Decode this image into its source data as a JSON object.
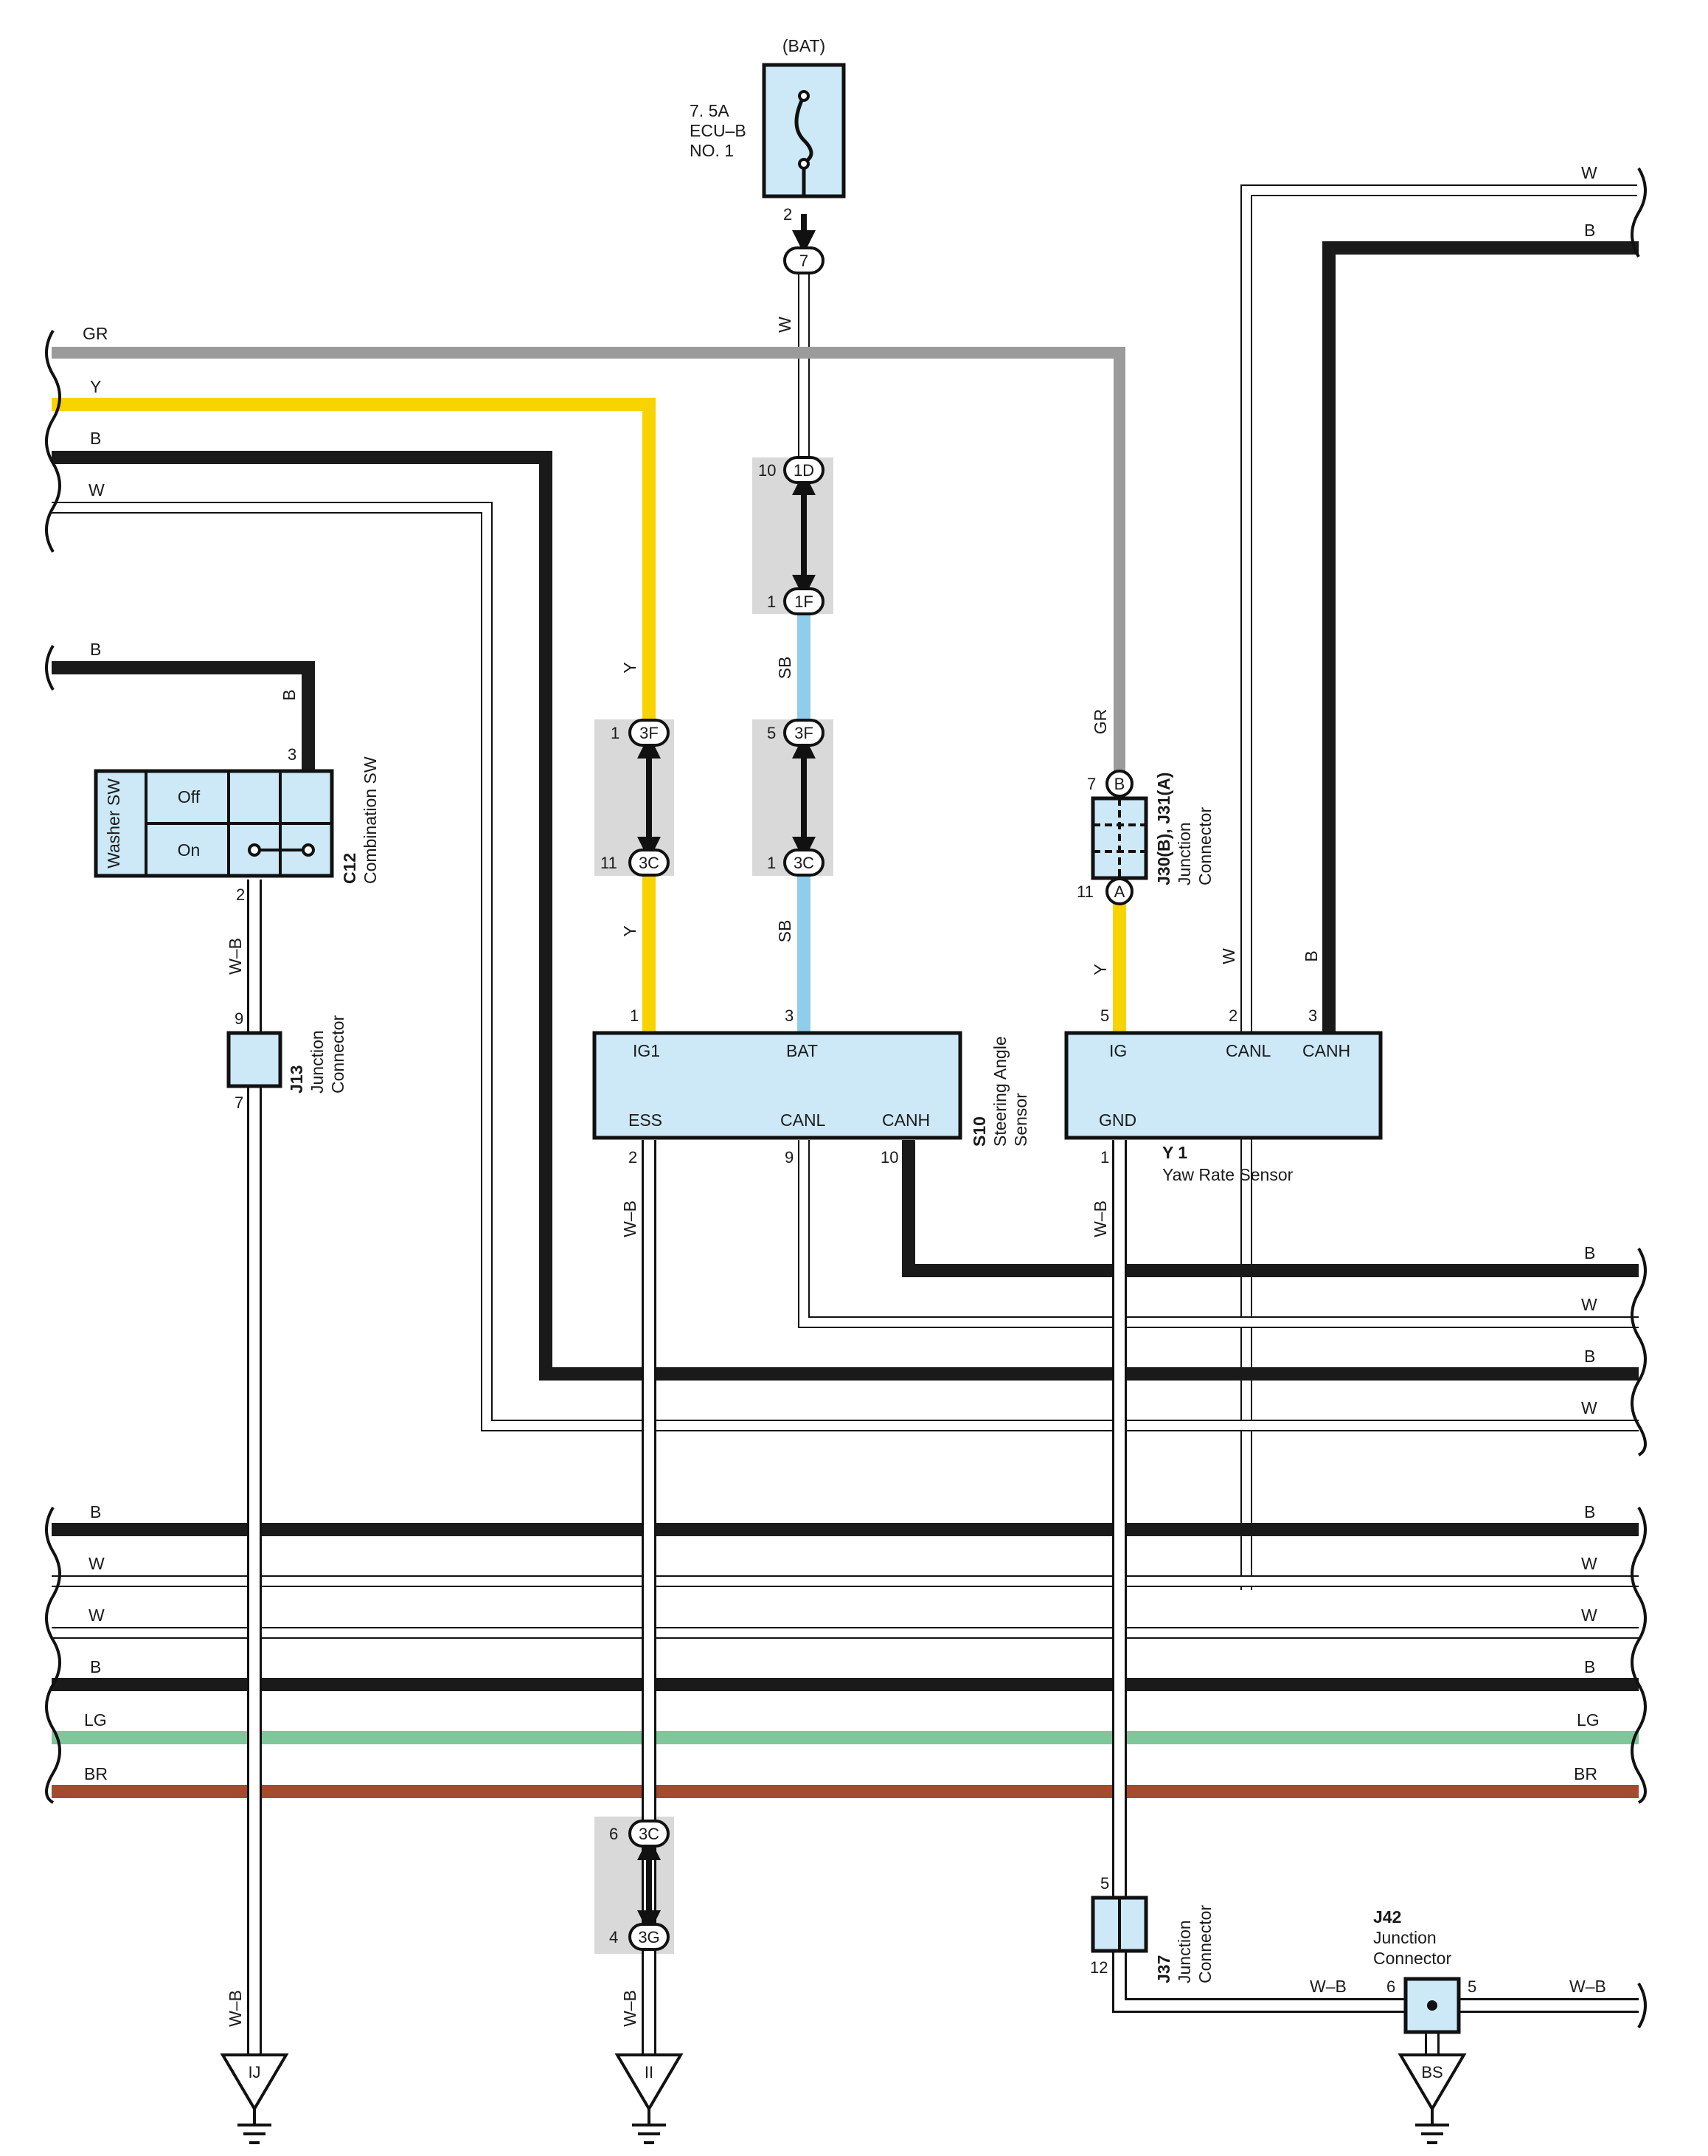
{
  "colors": {
    "B": "#1a1a1a",
    "W": "#ffffff",
    "GR": "#9b9b9b",
    "Y": "#f7d400",
    "SB": "#8fcdeb",
    "LG": "#7fc79a",
    "BR": "#a64a2f",
    "WB": "#ffffff",
    "component_fill": "#cde9f7",
    "connector_shade": "#d9d9d9"
  },
  "fuse": {
    "source": "(BAT)",
    "rating": "7. 5A",
    "name": "ECU–B",
    "number": "NO. 1"
  },
  "pins": {
    "fuse_out": "2",
    "junc_7": "7",
    "p10": "10",
    "p1d": "1D",
    "p1": "1",
    "p1f": "1F",
    "y_1": "1",
    "y_3f": "3F",
    "y_11": "11",
    "y_3c": "3C",
    "sb_5": "5",
    "sb_3f": "3F",
    "sb_1": "1",
    "sb_3c": "3C",
    "c12_3": "3",
    "c12_2": "2",
    "j13_9": "9",
    "j13_7": "7",
    "s10_1": "1",
    "s10_3": "3",
    "s10_2": "2",
    "s10_9": "9",
    "s10_10": "10",
    "j30_7": "7",
    "j30_b": "B",
    "j31_11": "11",
    "j31_a": "A",
    "y1_5": "5",
    "y1_2": "2",
    "y1_3": "3",
    "y1_1": "1",
    "g_6": "6",
    "g_3c": "3C",
    "g_4": "4",
    "g_3g": "3G",
    "j37_5": "5",
    "j37_12": "12",
    "j42_6": "6",
    "j42_5": "5"
  },
  "wire_labels": {
    "w_fuse": "W",
    "sb_upper": "SB",
    "sb_lower": "SB",
    "y_upper": "Y",
    "y_lower": "Y",
    "gr_vertical": "GR",
    "y_j31": "Y",
    "w_y1": "W",
    "b_y1": "B",
    "b_c12": "B",
    "wb_c12": "W–B",
    "wb_s10": "W–B",
    "wb_y1": "W–B",
    "wb_gnd_ij": "W–B",
    "wb_gnd_ii": "W–B",
    "wb_j42_left": "W–B",
    "wb_j42_right": "W–B"
  },
  "left_wires": [
    "GR",
    "Y",
    "B",
    "W",
    "B"
  ],
  "right_top_wires": [
    "W",
    "B"
  ],
  "right_mid_wires": [
    "B",
    "W",
    "B",
    "W"
  ],
  "bus_wires": [
    "B",
    "W",
    "W",
    "B",
    "LG",
    "BR"
  ],
  "combination_sw": {
    "id": "C12",
    "name": "Combination SW",
    "switch": "Washer SW",
    "off": "Off",
    "on": "On"
  },
  "j13": {
    "id": "J13",
    "name1": "Junction",
    "name2": "Connector"
  },
  "s10": {
    "id": "S10",
    "name1": "Steering Angle",
    "name2": "Sensor",
    "ig1": "IG1",
    "bat": "BAT",
    "ess": "ESS",
    "canl": "CANL",
    "canh": "CANH"
  },
  "j30": {
    "id": "J30(B), J31(A)",
    "name1": "Junction",
    "name2": "Connector"
  },
  "y1": {
    "id": "Y 1",
    "name": "Yaw Rate Sensor",
    "ig": "IG",
    "canl": "CANL",
    "canh": "CANH",
    "gnd": "GND"
  },
  "j37": {
    "id": "J37",
    "name1": "Junction",
    "name2": "Connector"
  },
  "j42": {
    "id": "J42",
    "name1": "Junction",
    "name2": "Connector"
  },
  "grounds": {
    "ij": "IJ",
    "ii": "II",
    "bs": "BS"
  }
}
